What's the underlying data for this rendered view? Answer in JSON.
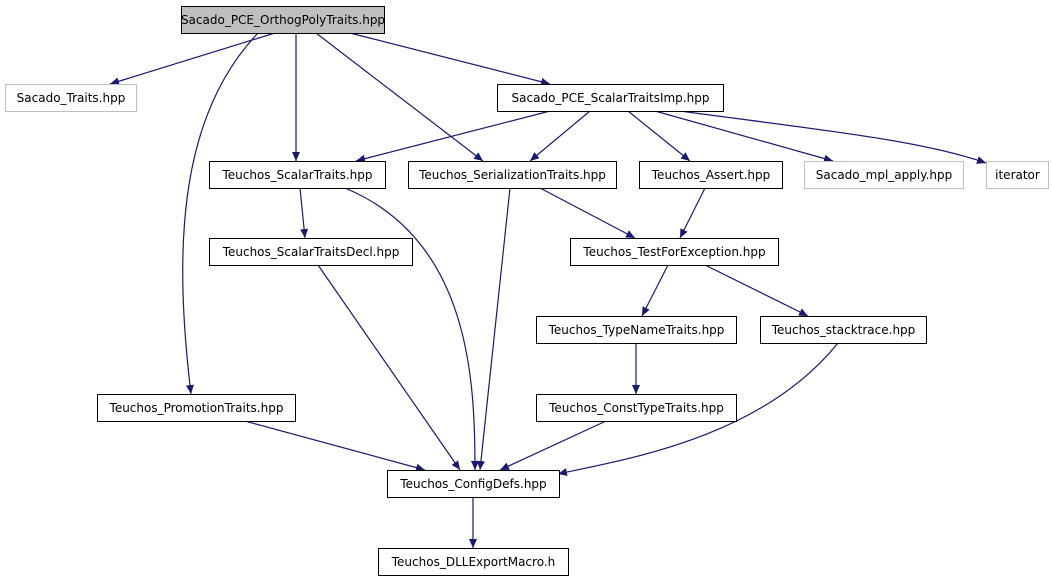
{
  "diagram": {
    "type": "include-dependency-graph",
    "colors": {
      "edge": "#191970",
      "node_border": "#000000",
      "external_border": "#bfbfbf",
      "root_fill": "#bfbfbf",
      "node_fill": "#ffffff",
      "text": "#000000"
    },
    "nodes": [
      {
        "id": "root",
        "label": "Sacado_PCE_OrthogPolyTraits.hpp",
        "kind": "root"
      },
      {
        "id": "sacado_traits",
        "label": "Sacado_Traits.hpp",
        "kind": "external"
      },
      {
        "id": "scalar_traits_imp",
        "label": "Sacado_PCE_ScalarTraitsImp.hpp",
        "kind": "normal"
      },
      {
        "id": "t_scalartraits",
        "label": "Teuchos_ScalarTraits.hpp",
        "kind": "normal"
      },
      {
        "id": "t_serialization",
        "label": "Teuchos_SerializationTraits.hpp",
        "kind": "normal"
      },
      {
        "id": "t_assert",
        "label": "Teuchos_Assert.hpp",
        "kind": "normal"
      },
      {
        "id": "mpl_apply",
        "label": "Sacado_mpl_apply.hpp",
        "kind": "external"
      },
      {
        "id": "iterator",
        "label": "iterator",
        "kind": "external"
      },
      {
        "id": "t_scalartraitsdecl",
        "label": "Teuchos_ScalarTraitsDecl.hpp",
        "kind": "normal"
      },
      {
        "id": "t_testforexception",
        "label": "Teuchos_TestForException.hpp",
        "kind": "normal"
      },
      {
        "id": "t_typenametraits",
        "label": "Teuchos_TypeNameTraits.hpp",
        "kind": "normal"
      },
      {
        "id": "t_stacktrace",
        "label": "Teuchos_stacktrace.hpp",
        "kind": "normal"
      },
      {
        "id": "t_promotion",
        "label": "Teuchos_PromotionTraits.hpp",
        "kind": "normal"
      },
      {
        "id": "t_consttypetraits",
        "label": "Teuchos_ConstTypeTraits.hpp",
        "kind": "normal"
      },
      {
        "id": "t_configdefs",
        "label": "Teuchos_ConfigDefs.hpp",
        "kind": "normal"
      },
      {
        "id": "t_dllexport",
        "label": "Teuchos_DLLExportMacro.h",
        "kind": "normal"
      }
    ],
    "edges": [
      {
        "from": "root",
        "to": "sacado_traits"
      },
      {
        "from": "root",
        "to": "scalar_traits_imp"
      },
      {
        "from": "root",
        "to": "t_scalartraits"
      },
      {
        "from": "root",
        "to": "t_serialization"
      },
      {
        "from": "root",
        "to": "t_promotion"
      },
      {
        "from": "scalar_traits_imp",
        "to": "t_scalartraits"
      },
      {
        "from": "scalar_traits_imp",
        "to": "t_serialization"
      },
      {
        "from": "scalar_traits_imp",
        "to": "t_assert"
      },
      {
        "from": "scalar_traits_imp",
        "to": "mpl_apply"
      },
      {
        "from": "scalar_traits_imp",
        "to": "iterator"
      },
      {
        "from": "t_scalartraits",
        "to": "t_scalartraitsdecl"
      },
      {
        "from": "t_scalartraits",
        "to": "t_configdefs"
      },
      {
        "from": "t_serialization",
        "to": "t_testforexception"
      },
      {
        "from": "t_serialization",
        "to": "t_configdefs"
      },
      {
        "from": "t_assert",
        "to": "t_testforexception"
      },
      {
        "from": "t_scalartraitsdecl",
        "to": "t_configdefs"
      },
      {
        "from": "t_testforexception",
        "to": "t_typenametraits"
      },
      {
        "from": "t_testforexception",
        "to": "t_stacktrace"
      },
      {
        "from": "t_typenametraits",
        "to": "t_consttypetraits"
      },
      {
        "from": "t_stacktrace",
        "to": "t_configdefs"
      },
      {
        "from": "t_promotion",
        "to": "t_configdefs"
      },
      {
        "from": "t_consttypetraits",
        "to": "t_configdefs"
      },
      {
        "from": "t_configdefs",
        "to": "t_dllexport"
      }
    ]
  }
}
